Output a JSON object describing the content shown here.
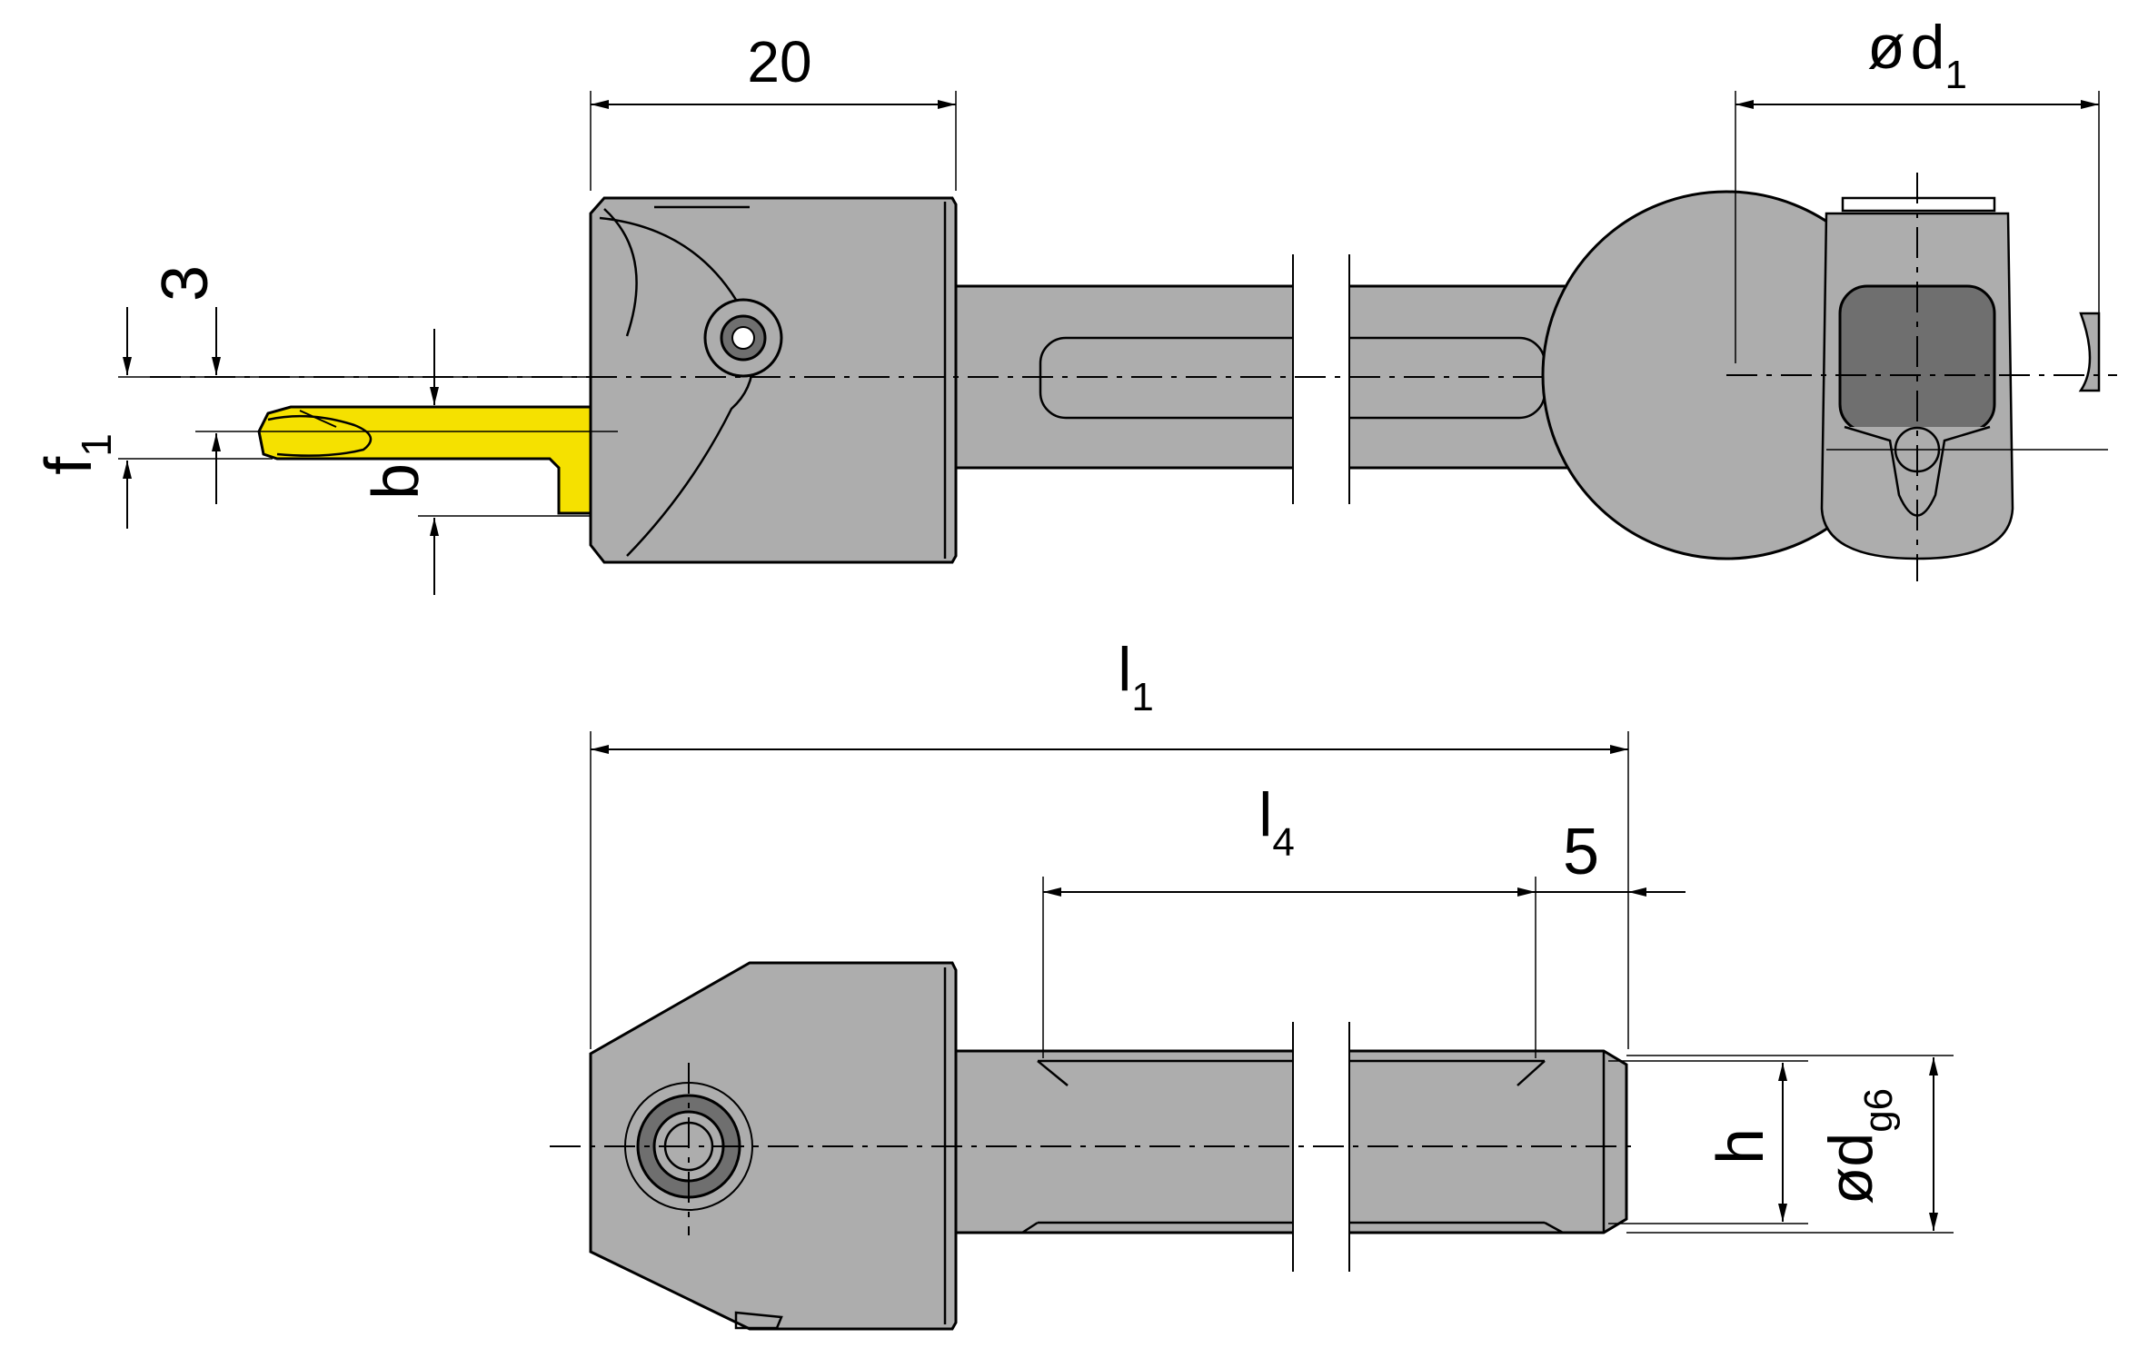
{
  "colors": {
    "steel": "#adadad",
    "steel_dark": "#6f6f6f",
    "insert_yellow": "#f5e100",
    "line": "#000000"
  },
  "dimensions": {
    "top_width": "20",
    "depth_3": "3",
    "f1_main": "f",
    "f1_sub": "1",
    "b": "b",
    "d1_prefix": "ø",
    "d1_main": "d",
    "d1_sub": "1",
    "l1_main": "l",
    "l1_sub": "1",
    "l4_main": "l",
    "l4_sub": "4",
    "five": "5",
    "h": "h",
    "dg6_main": "ød",
    "dg6_sub": "g6"
  }
}
